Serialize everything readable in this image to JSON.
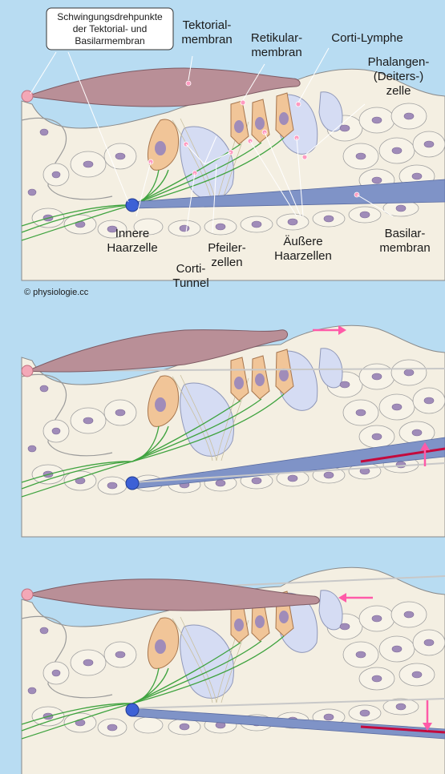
{
  "labels": {
    "pivot_box_line1": "Schwingungsdrehpunkte",
    "pivot_box_line2": "der Tektorial- und",
    "pivot_box_line3": "Basilarmembran",
    "tectorial_line1": "Tektorial-",
    "tectorial_line2": "membran",
    "reticular_line1": "Retikular-",
    "reticular_line2": "membran",
    "corti_lymph": "Corti-Lymphe",
    "phalangeal_line1": "Phalangen-",
    "phalangeal_line2": "(Deiters-)",
    "phalangeal_line3": "zelle",
    "inner_hair_line1": "Innere",
    "inner_hair_line2": "Haarzelle",
    "corti_tunnel_line1": "Corti-",
    "corti_tunnel_line2": "Tunnel",
    "pillar_line1": "Pfeiler-",
    "pillar_line2": "zellen",
    "outer_hair_line1": "Äußere",
    "outer_hair_line2": "Haarzellen",
    "basilar_line1": "Basilar-",
    "basilar_line2": "membran",
    "copyright": "© physiologie.cc"
  },
  "colors": {
    "background": "#b8dcf2",
    "tissue": "#f4efe2",
    "tectorial": "#b98f97",
    "hair_cell": "#f1c598",
    "nucleus": "#a08cb9",
    "nerve": "#3fa33f",
    "basilar": "#7f93c7",
    "pivot": "#f3a8b7",
    "arrow": "#ff5aa8",
    "deflection": "#c40a3d",
    "neuron_body": "#3d61d6"
  },
  "panels": [
    {
      "state": "rest",
      "motion_arrows": []
    },
    {
      "state": "basilar membrane up, tectorial membrane shifted right",
      "motion_arrows": [
        "right",
        "up"
      ]
    },
    {
      "state": "basilar membrane down, tectorial membrane shifted left",
      "motion_arrows": [
        "left",
        "down"
      ]
    }
  ]
}
